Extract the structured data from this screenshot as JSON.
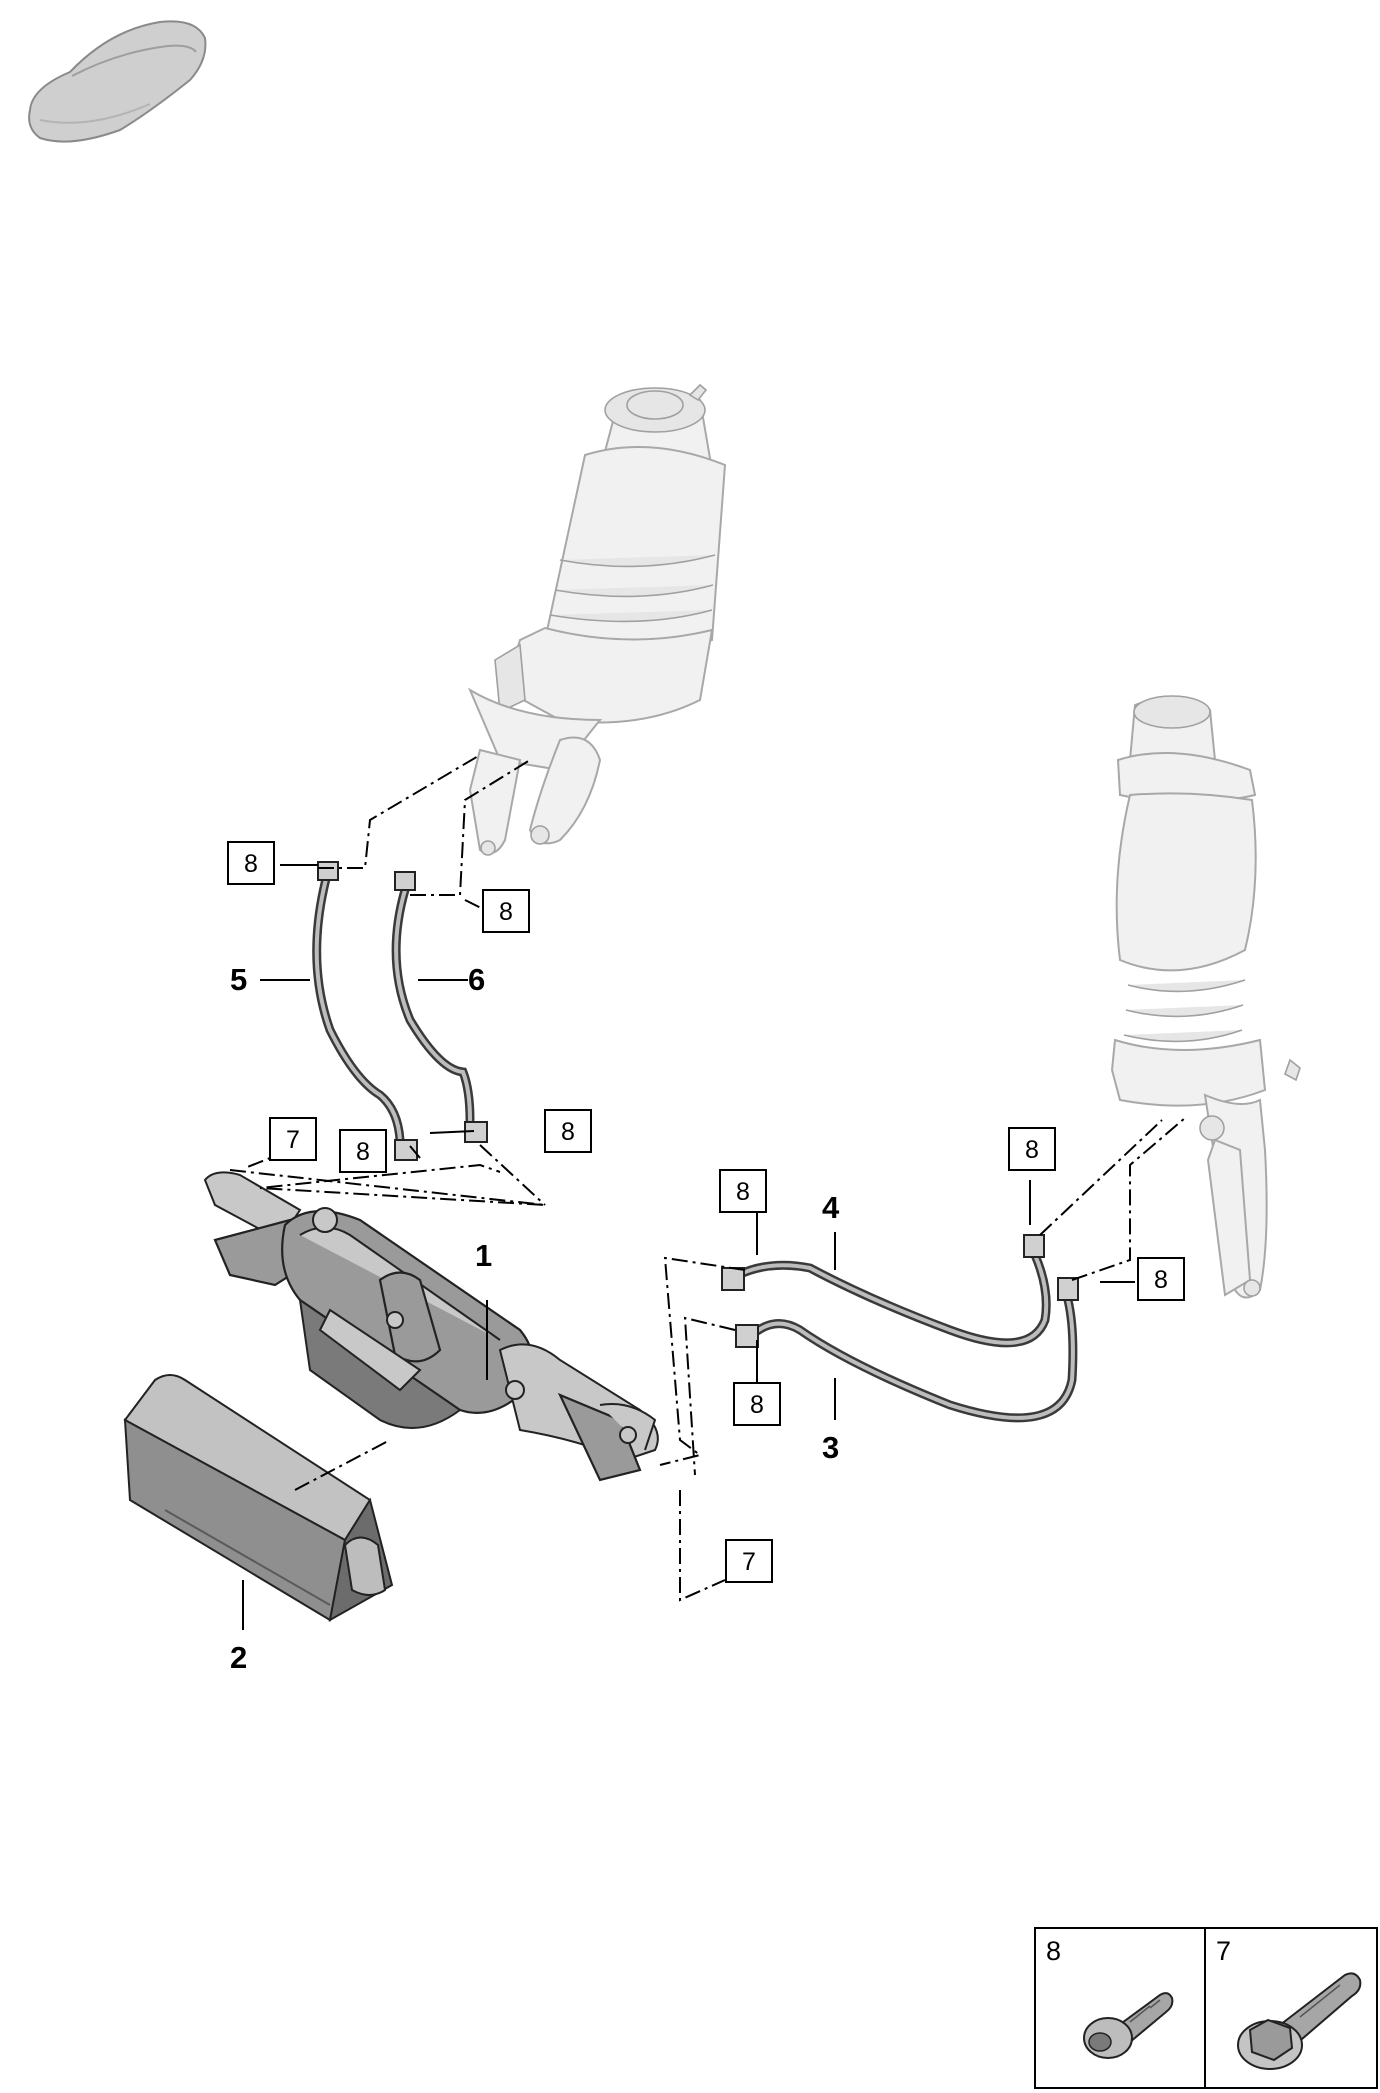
{
  "callouts": {
    "part_1": "1",
    "part_2": "2",
    "part_3": "3",
    "part_4": "4",
    "part_5": "5",
    "part_6": "6"
  },
  "boxed_refs": {
    "ref_8": "8",
    "ref_7": "7"
  },
  "legend": [
    {
      "number": "8",
      "icon": "torx-bolt-icon"
    },
    {
      "number": "7",
      "icon": "hex-flange-bolt-icon"
    }
  ]
}
